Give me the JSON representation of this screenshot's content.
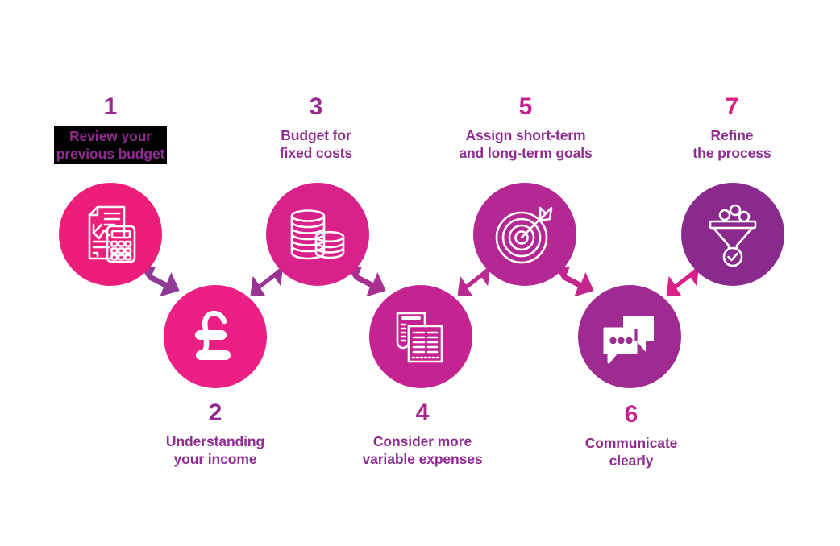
{
  "infographic": {
    "background_color": "#ffffff",
    "steps": [
      {
        "number": "1",
        "label": "Review your\nprevious budget",
        "icon": "document-calculator-icon",
        "circle_color": "#ED1E79",
        "number_color": "#9B2A8E",
        "label_color": "#8E2C90",
        "label_highlight": true,
        "label_highlight_color": "#000000",
        "position": "top"
      },
      {
        "number": "2",
        "label": "Understanding\nyour income",
        "icon": "pound-sterling-icon",
        "circle_color": "#EC2084",
        "number_color": "#8E2C90",
        "label_color": "#8E2C90",
        "label_highlight": false,
        "position": "bottom"
      },
      {
        "number": "3",
        "label": "Budget for\nfixed costs",
        "icon": "coin-stacks-icon",
        "circle_color": "#D9218B",
        "number_color": "#9B2A8E",
        "label_color": "#8E2C90",
        "label_highlight": false,
        "position": "top"
      },
      {
        "number": "4",
        "label": "Consider more\nvariable expenses",
        "icon": "receipts-icon",
        "circle_color": "#C62392",
        "number_color": "#A42A8F",
        "label_color": "#8E2C90",
        "label_highlight": false,
        "position": "bottom"
      },
      {
        "number": "5",
        "label": "Assign short-term\nand long-term goals",
        "icon": "target-arrow-icon",
        "circle_color": "#B32893",
        "number_color": "#C32390",
        "label_color": "#8E2C90",
        "label_highlight": false,
        "position": "top"
      },
      {
        "number": "6",
        "label": "Communicate\nclearly",
        "icon": "speech-bubbles-icon",
        "circle_color": "#9F2A91",
        "number_color": "#C9228E",
        "label_color": "#8E2C90",
        "label_highlight": false,
        "position": "bottom"
      },
      {
        "number": "7",
        "label": "Refine\nthe process",
        "icon": "funnel-check-icon",
        "circle_color": "#8A2A8E",
        "number_color": "#DB1F84",
        "label_color": "#8E2C90",
        "label_highlight": false,
        "position": "top"
      }
    ],
    "connectors": [
      {
        "name": "arrow-1-to-2",
        "direction": "down-right",
        "color": "#8E3A96"
      },
      {
        "name": "arrow-2-to-3",
        "direction": "up-right",
        "color": "#993394"
      },
      {
        "name": "arrow-3-to-4",
        "direction": "down-right",
        "color": "#AA2F92"
      },
      {
        "name": "arrow-4-to-5",
        "direction": "up-right",
        "color": "#B92B90"
      },
      {
        "name": "arrow-5-to-6",
        "direction": "down-right",
        "color": "#C2258C"
      },
      {
        "name": "arrow-6-to-7",
        "direction": "up-right",
        "color": "#D92189"
      }
    ]
  }
}
